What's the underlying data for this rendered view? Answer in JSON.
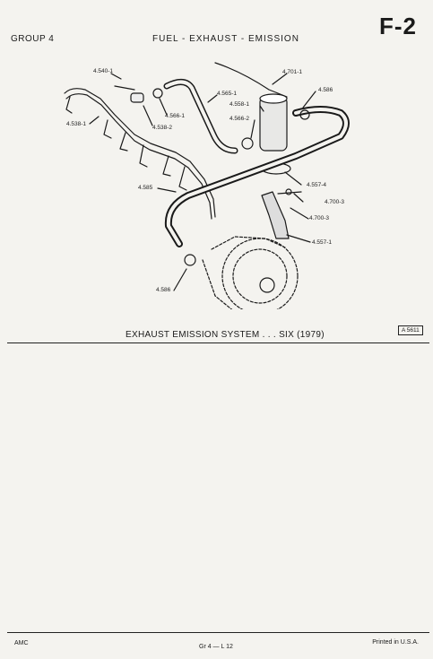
{
  "header": {
    "group": "GROUP 4",
    "section_title": "FUEL - EXHAUST - EMISSION",
    "page_code": "F-2"
  },
  "diagram": {
    "part_labels": [
      "4.540-1",
      "4.538-1",
      "4.538-2",
      "4.566-1",
      "4.565-1",
      "4.701-1",
      "4.558-1",
      "4.566-2",
      "4.586",
      "4.557-4",
      "4.700-3",
      "4.585",
      "4.700-3",
      "4.557-1",
      "4.586"
    ]
  },
  "caption": "EXHAUST EMISSION SYSTEM . . . SIX (1979)",
  "figure_id": "A 5611",
  "footer": {
    "left": "AMC",
    "center": "Gr 4 — L 12",
    "right": "Printed in U.S.A."
  }
}
